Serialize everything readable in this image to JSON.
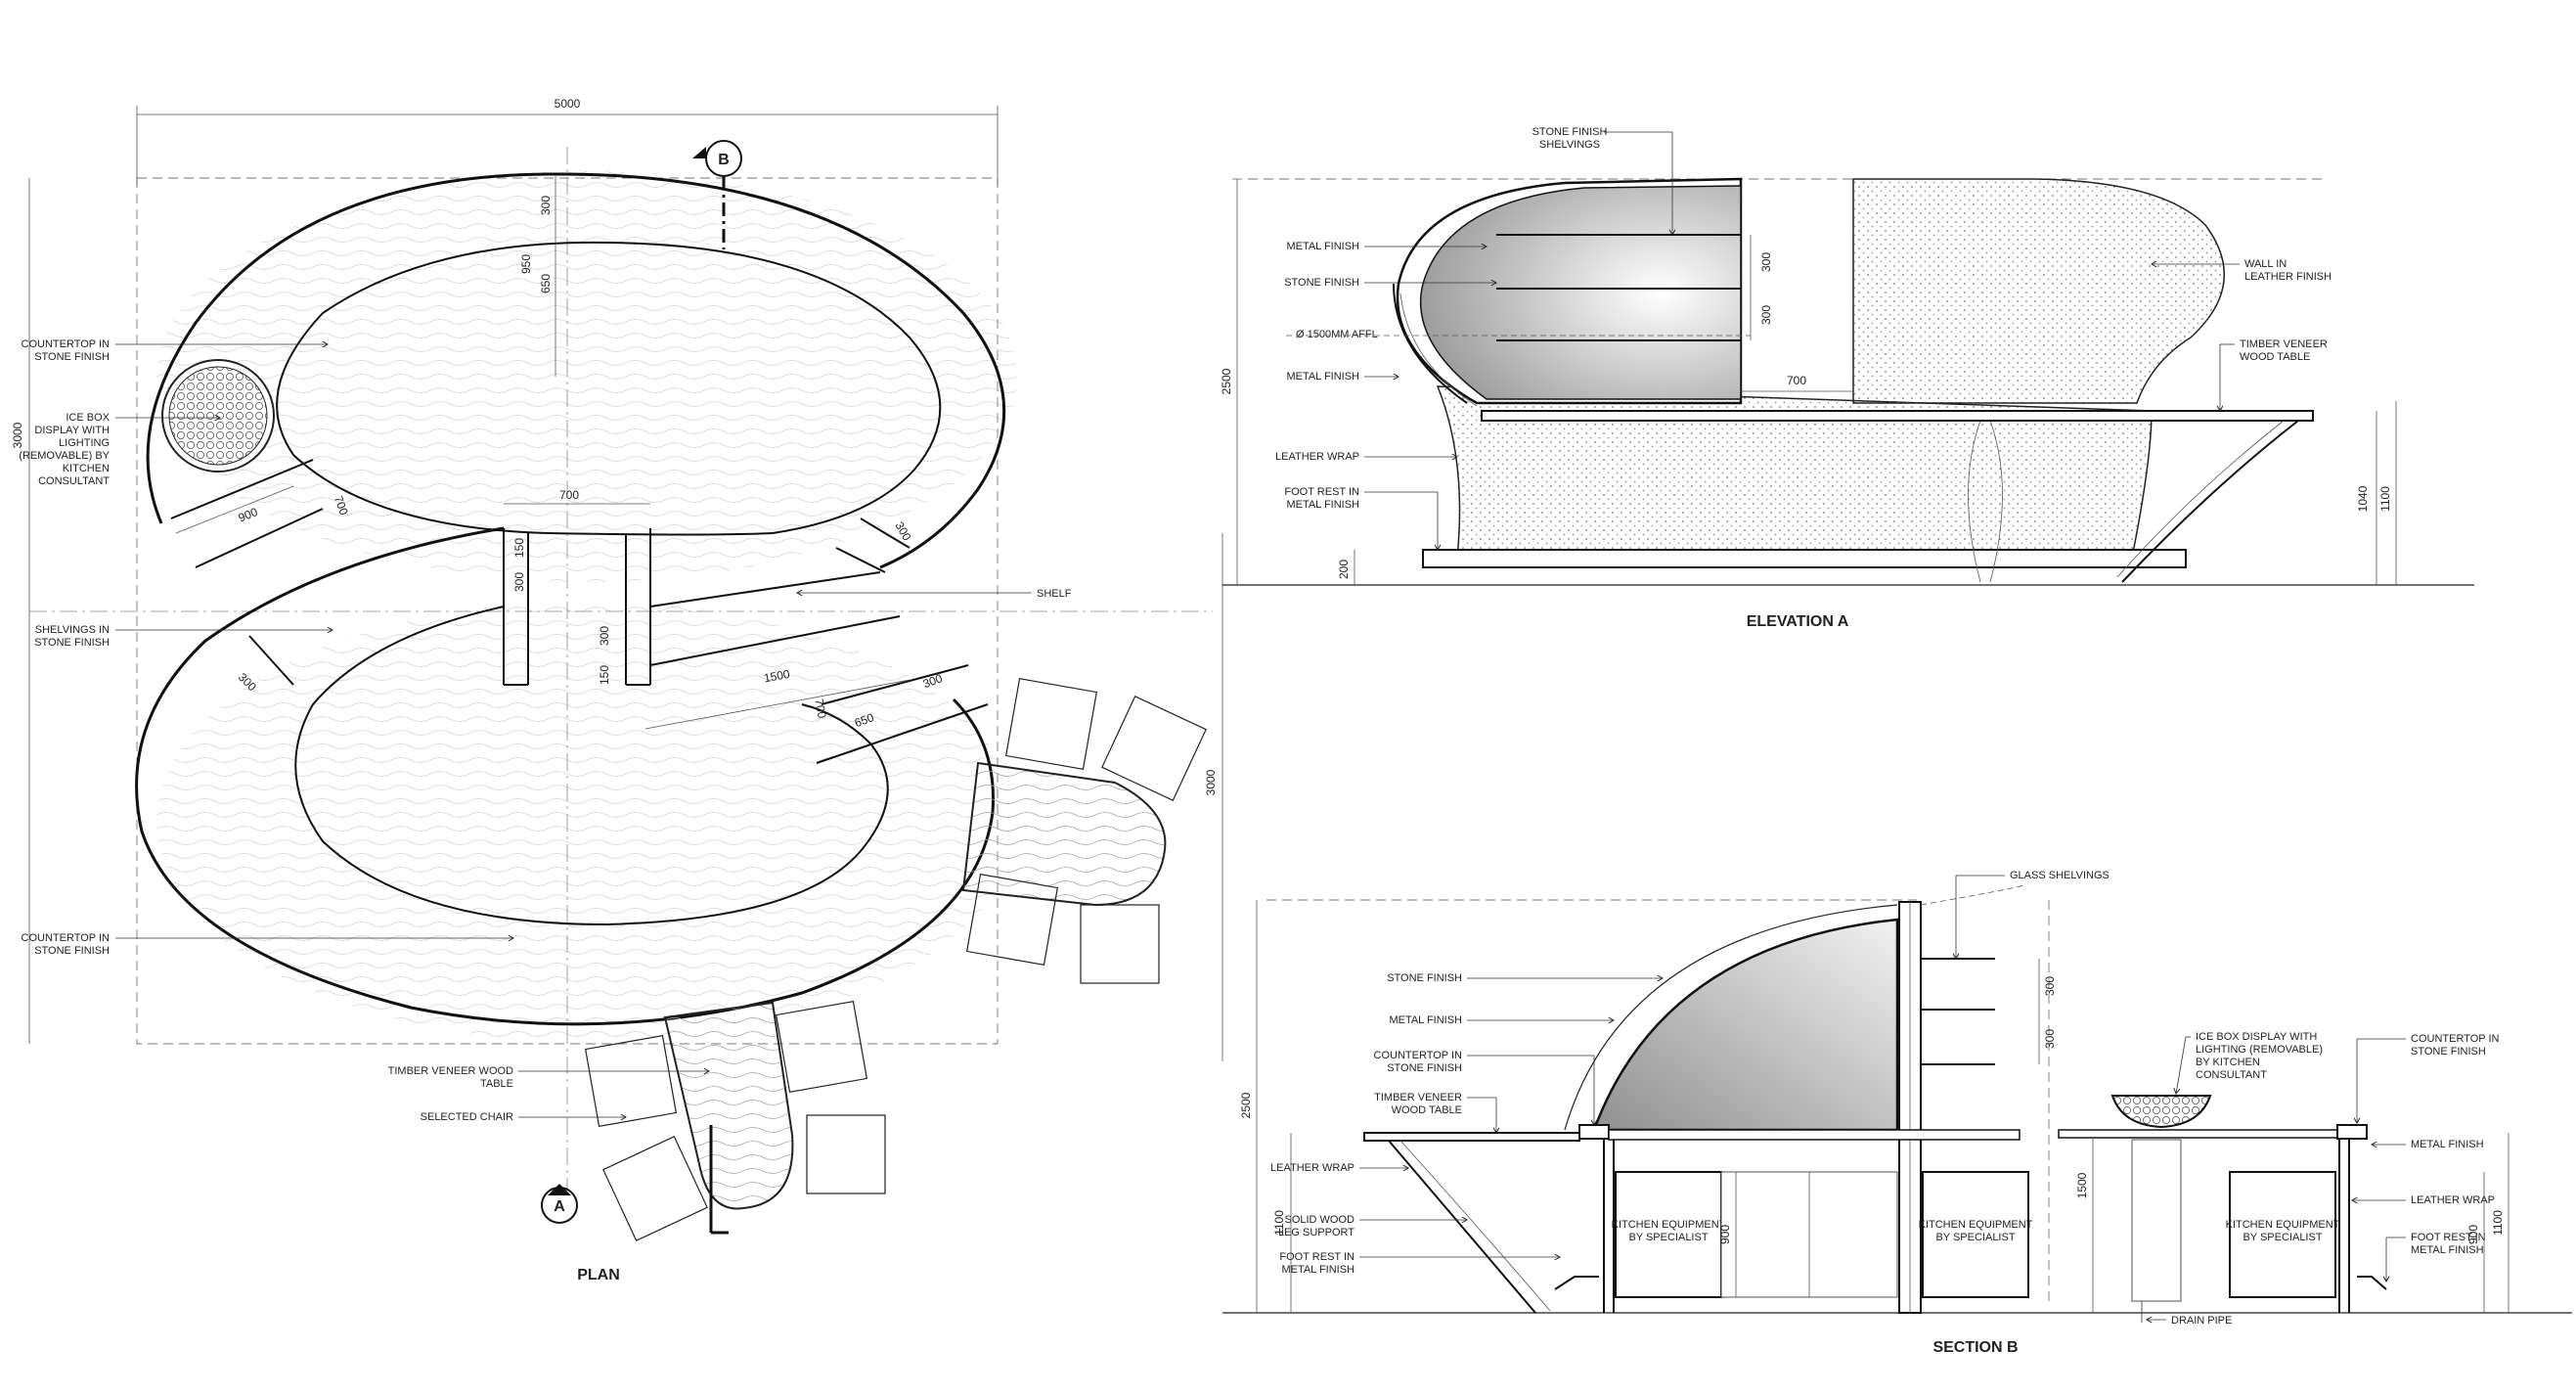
{
  "plan": {
    "title": "PLAN",
    "section_marker_b": "B",
    "section_marker_a": "A",
    "dims": {
      "overall_width": "5000",
      "overall_depth": "3000",
      "right_depth": "3000",
      "d300_top": "300",
      "d950": "950",
      "d650_top": "650",
      "d900": "900",
      "d700_left": "700",
      "d700_mid": "700",
      "d150_a": "150",
      "d300_b": "300",
      "d300_c": "300",
      "d150_b": "150",
      "d300_right_top": "300",
      "d1500": "1500",
      "d300_right": "300",
      "d700_right": "700",
      "d650_right": "650",
      "d300_left_low": "300"
    },
    "labels": {
      "countertop_top": [
        "COUNTERTOP IN",
        "STONE FINISH"
      ],
      "ice_box": [
        "ICE BOX",
        "DISPLAY WITH",
        "LIGHTING",
        "(REMOVABLE) BY",
        "KITCHEN",
        "CONSULTANT"
      ],
      "shelvings": [
        "SHELVINGS IN",
        "STONE FINISH"
      ],
      "countertop_bottom": [
        "COUNTERTOP IN",
        "STONE FINISH"
      ],
      "shelf": "SHELF",
      "timber_table": [
        "TIMBER VENEER WOOD",
        "TABLE"
      ],
      "selected_chair": "SELECTED CHAIR"
    }
  },
  "elevation": {
    "title": "ELEVATION A",
    "labels": {
      "stone_shelvings": [
        "STONE FINISH",
        "SHELVINGS"
      ],
      "metal_finish_1": "METAL FINISH",
      "stone_finish": "STONE FINISH",
      "level_mark": "Ø 1500MM AFFL",
      "metal_finish_2": "METAL FINISH",
      "leather_wrap": "LEATHER WRAP",
      "foot_rest": [
        "FOOT REST IN",
        "METAL FINISH"
      ],
      "wall_leather": [
        "WALL IN",
        "LEATHER FINISH"
      ],
      "timber_table": [
        "TIMBER VENEER",
        "WOOD TABLE"
      ]
    },
    "dims": {
      "d300_a": "300",
      "d300_b": "300",
      "d700": "700",
      "d1040": "1040",
      "d1100": "1100",
      "d200": "200",
      "d2500": "2500"
    }
  },
  "section": {
    "title": "SECTION B",
    "labels": {
      "glass_shelvings": "GLASS SHELVINGS",
      "stone_finish": "STONE FINISH",
      "metal_finish": "METAL FINISH",
      "countertop": [
        "COUNTERTOP IN",
        "STONE FINISH"
      ],
      "timber_table": [
        "TIMBER VENEER",
        "WOOD TABLE"
      ],
      "leather_wrap": "LEATHER WRAP",
      "solid_wood": [
        "SOLID WOOD",
        "LEG SUPPORT"
      ],
      "foot_rest": [
        "FOOT REST IN",
        "METAL FINISH"
      ],
      "kitchen_eq": [
        "KITCHEN EQUIPMENT",
        "BY SPECIALIST"
      ],
      "ice_box": [
        "ICE BOX DISPLAY WITH",
        "LIGHTING (REMOVABLE)",
        "BY KITCHEN",
        "CONSULTANT"
      ],
      "countertop_right": [
        "COUNTERTOP IN",
        "STONE FINISH"
      ],
      "metal_finish_right": "METAL FINISH",
      "leather_wrap_right": "LEATHER WRAP",
      "foot_rest_right": [
        "FOOT REST IN",
        "METAL FINISH"
      ],
      "drain_pipe": "DRAIN PIPE"
    },
    "dims": {
      "d300_a": "300",
      "d300_b": "300",
      "d2500": "2500",
      "d1100_left": "1100",
      "d900_left": "900",
      "d1500": "1500",
      "d900_right": "900",
      "d1100_right": "1100"
    }
  }
}
